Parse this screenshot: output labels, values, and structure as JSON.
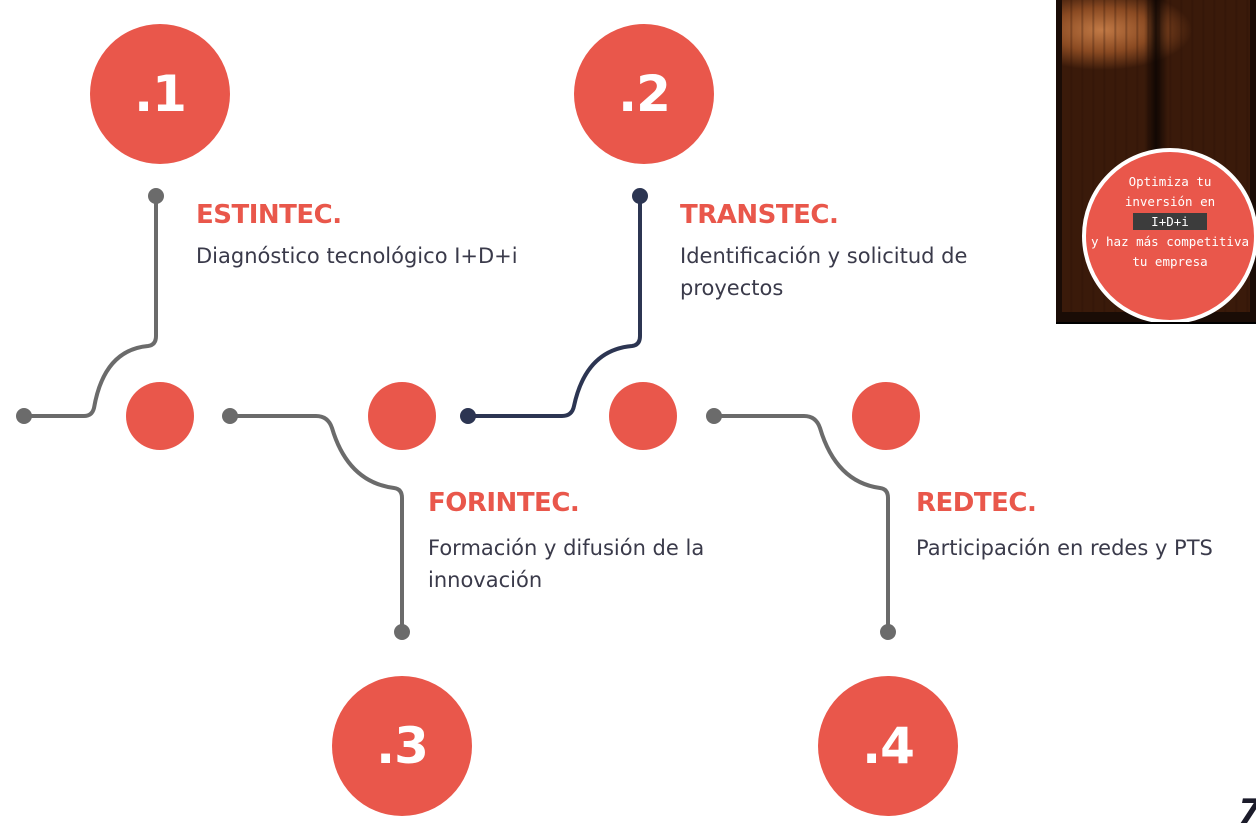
{
  "colors": {
    "accent": "#e9574b",
    "line_gray": "#6b6b6b",
    "line_navy": "#2c3552",
    "text_dark": "#3a3a4a"
  },
  "steps": [
    {
      "number": ".1",
      "title": "ESTINTEC.",
      "description": "Diagnóstico tecnológico I+D+i",
      "title_color": "#e9574b"
    },
    {
      "number": ".2",
      "title": "TRANSTEC.",
      "description": "Identificación y solicitud de proyectos",
      "title_color": "#e9574b"
    },
    {
      "number": ".3",
      "title": "FORINTEC.",
      "description": "Formación y difusión de la innovación",
      "title_color": "#e9574b"
    },
    {
      "number": ".4",
      "title": "REDTEC.",
      "description": "Participación en redes y PTS",
      "title_color": "#e9574b"
    }
  ],
  "promo": {
    "line1": "Optimiza tu",
    "line2": "inversión en",
    "highlight": "I+D+i",
    "line3": "y haz más competitiva",
    "line4": "tu empresa"
  },
  "page_mark": "7"
}
